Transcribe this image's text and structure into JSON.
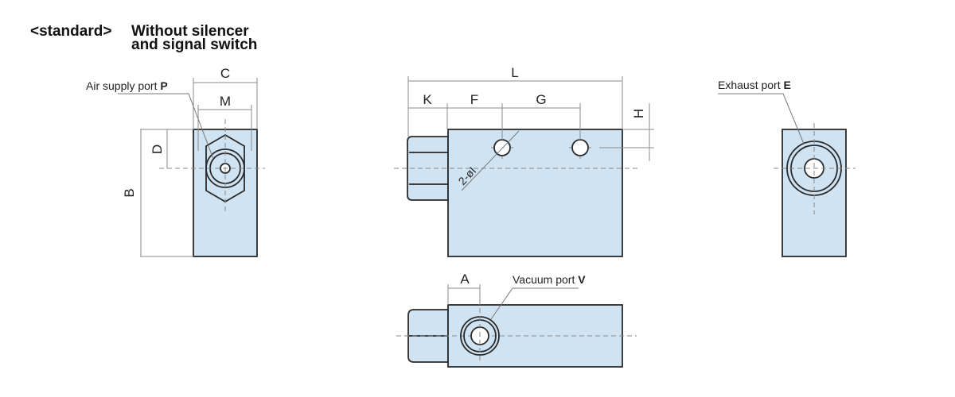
{
  "header": {
    "variant": "<standard>",
    "title_line1": "Without silencer",
    "title_line2": "and signal switch"
  },
  "views": {
    "left": {
      "port_label": "Air supply port ",
      "port_letter": "P",
      "dims": {
        "C": "C",
        "M": "M",
        "D": "D",
        "B": "B"
      }
    },
    "front": {
      "dims": {
        "L": "L",
        "K": "K",
        "F": "F",
        "G": "G",
        "H": "H"
      },
      "holes_label": "2-øI"
    },
    "right": {
      "port_label": "Exhaust port ",
      "port_letter": "E"
    },
    "bottom": {
      "port_label": "Vacuum port ",
      "port_letter": "V",
      "dims": {
        "A": "A"
      }
    }
  },
  "colors": {
    "body_fill": "#cfe3f3",
    "outline": "#2a2a2a",
    "dimension": "#8a8a8a"
  }
}
